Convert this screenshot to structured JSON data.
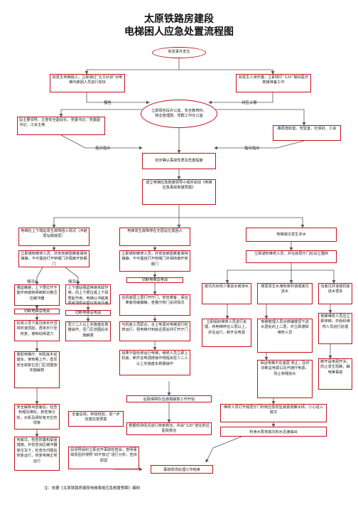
{
  "title_line1": "太原铁路房建段",
  "title_line2": "电梯困人应急处置流程图",
  "colors": {
    "border": "#c4121b",
    "line": "#555555"
  },
  "nodes": {
    "n1": "突发事件发生",
    "n2": "如发生电梯困人，立即通过“五方对讲”对电梯内被困人员进行安抚",
    "n3": "如发生人身伤害，立即拨打“120”做好医疗救援准备工作",
    "n4": "立即报告段办公室、安全教育科、物业管理部、党群工作办公室",
    "n5": "段主要领导、主管安全副段长、党委书记、党委副书记、工会主席",
    "n6": "路局值班室、安监室、社保处、工会",
    "n7": "初步确认事故性质及危害程度",
    "n8": "成立电梯应急救援领导小组并启动《电梯应急事故救援预案》",
    "c1": "电梯在上下端站发生故障困人情况（冲越层站或底层）",
    "c2": "电梯发生故障停在无层站位置困人",
    "c3": "电梯底坑发生涉水",
    "c1a": "立即通知维修人员，并安抚被困乘客保持镇静，不可擅自打开轿厢门并隔离开轿厢门",
    "c2a": "立即通知维修人员，并安抚被困乘客保持镇静，不可擅自打开轿厢门并保持离开轿厢门",
    "c3a": "立即通知维修人员，并在底层厅门处设立围挡",
    "s1a": "强迫晚避，上下限位开不能作用或转闸被卸对着压住缓冲器",
    "s1b": "切断电梯总电源",
    "s1c": "松将人员下底坑用手开顶将时速顶起，再将手行至恢复，使制动闸退力",
    "s1d": "救助电梯厅，到机房手动盘车，使轿厢上升，直至安全钳复位至门区范围按实施解救",
    "s1e": "安全解救出困客后，检查轿厢及推松，核查曳引轮，对系及阀轮有无拉伤现象",
    "s1f": "到底坑，检查防震和紧固措施，并检查油压缓冲器复位及下，检查无问题后恢复运行，恢复电梯正常运行",
    "s2a": "上下端站强迫换速未起作用，而上下限位或上下极限起作用，电梯以冲越底层或顶层平层位置未压缓冲器",
    "s2b": "切断电梯总电源",
    "s2c": "至少二人以上实施盘车救援操作，至门区范围后实施解救",
    "m1": "切断电梯总电源",
    "m2": "在机房层上层打开厅门，安抚乘客，保证乘客情绪镇静，查看厅轿门关闭情况",
    "m3": "与机房人员配合，合上电源对电梯进行检修运行，把电梯升到就近层站并打开厅门",
    "m4": "如果不能检修运行电梯，维修人员立即上机房，断开总电源按操作规程由至少二人以上实施盘车救援操作",
    "m5": "后勤保障队伍通报解救工作开始",
    "m6": "根据现场情况进行简单救治，并由“120”送往附近医院救治",
    "m7": "全面总结，积极经验，进一步完善应急预案",
    "m8": "段领导组织立即召开事故检查会，查明事故原因并按照“四不放过”进行分析，查找原因",
    "m9": "事故现场处理工作结束",
    "w1": "底坑内出现少量进水或渗水",
    "w2": "楼层发生水淹有使井道或底坑进水",
    "w3": "当底坑井道或机房进水很多",
    "w4": "立即组织维修人员进行处理，将电梯停在三层以上，并在运行，断开总电源",
    "w5": "电梯管理人员对商铺楼顶下进水层处的上二层，并立即通知维修人员",
    "w6": "电梯维修人员应立即停梯，并组织维修人员进行处理",
    "w7": "保证电梯不在底层 停止，及时切断总电源以及开通厅电源，防止轿厢进水",
    "w8": "断开是电源开关，防止发生短路，触电等事故",
    "w9": "维修人员打开底层厅门利用应急防坠装置观察水情，小心进入底坑",
    "w10": "利用水泵将底坑积水迅速抽出"
  },
  "labels": {
    "report": "报告",
    "report_up": "对应上报",
    "instruct_left": "指示指示",
    "instruct_right": "指示指示",
    "case1": "情况1",
    "case2": "情况2"
  },
  "footnote": "注：依据《太原铁路房建段电梯事故应急救援预案》编制"
}
